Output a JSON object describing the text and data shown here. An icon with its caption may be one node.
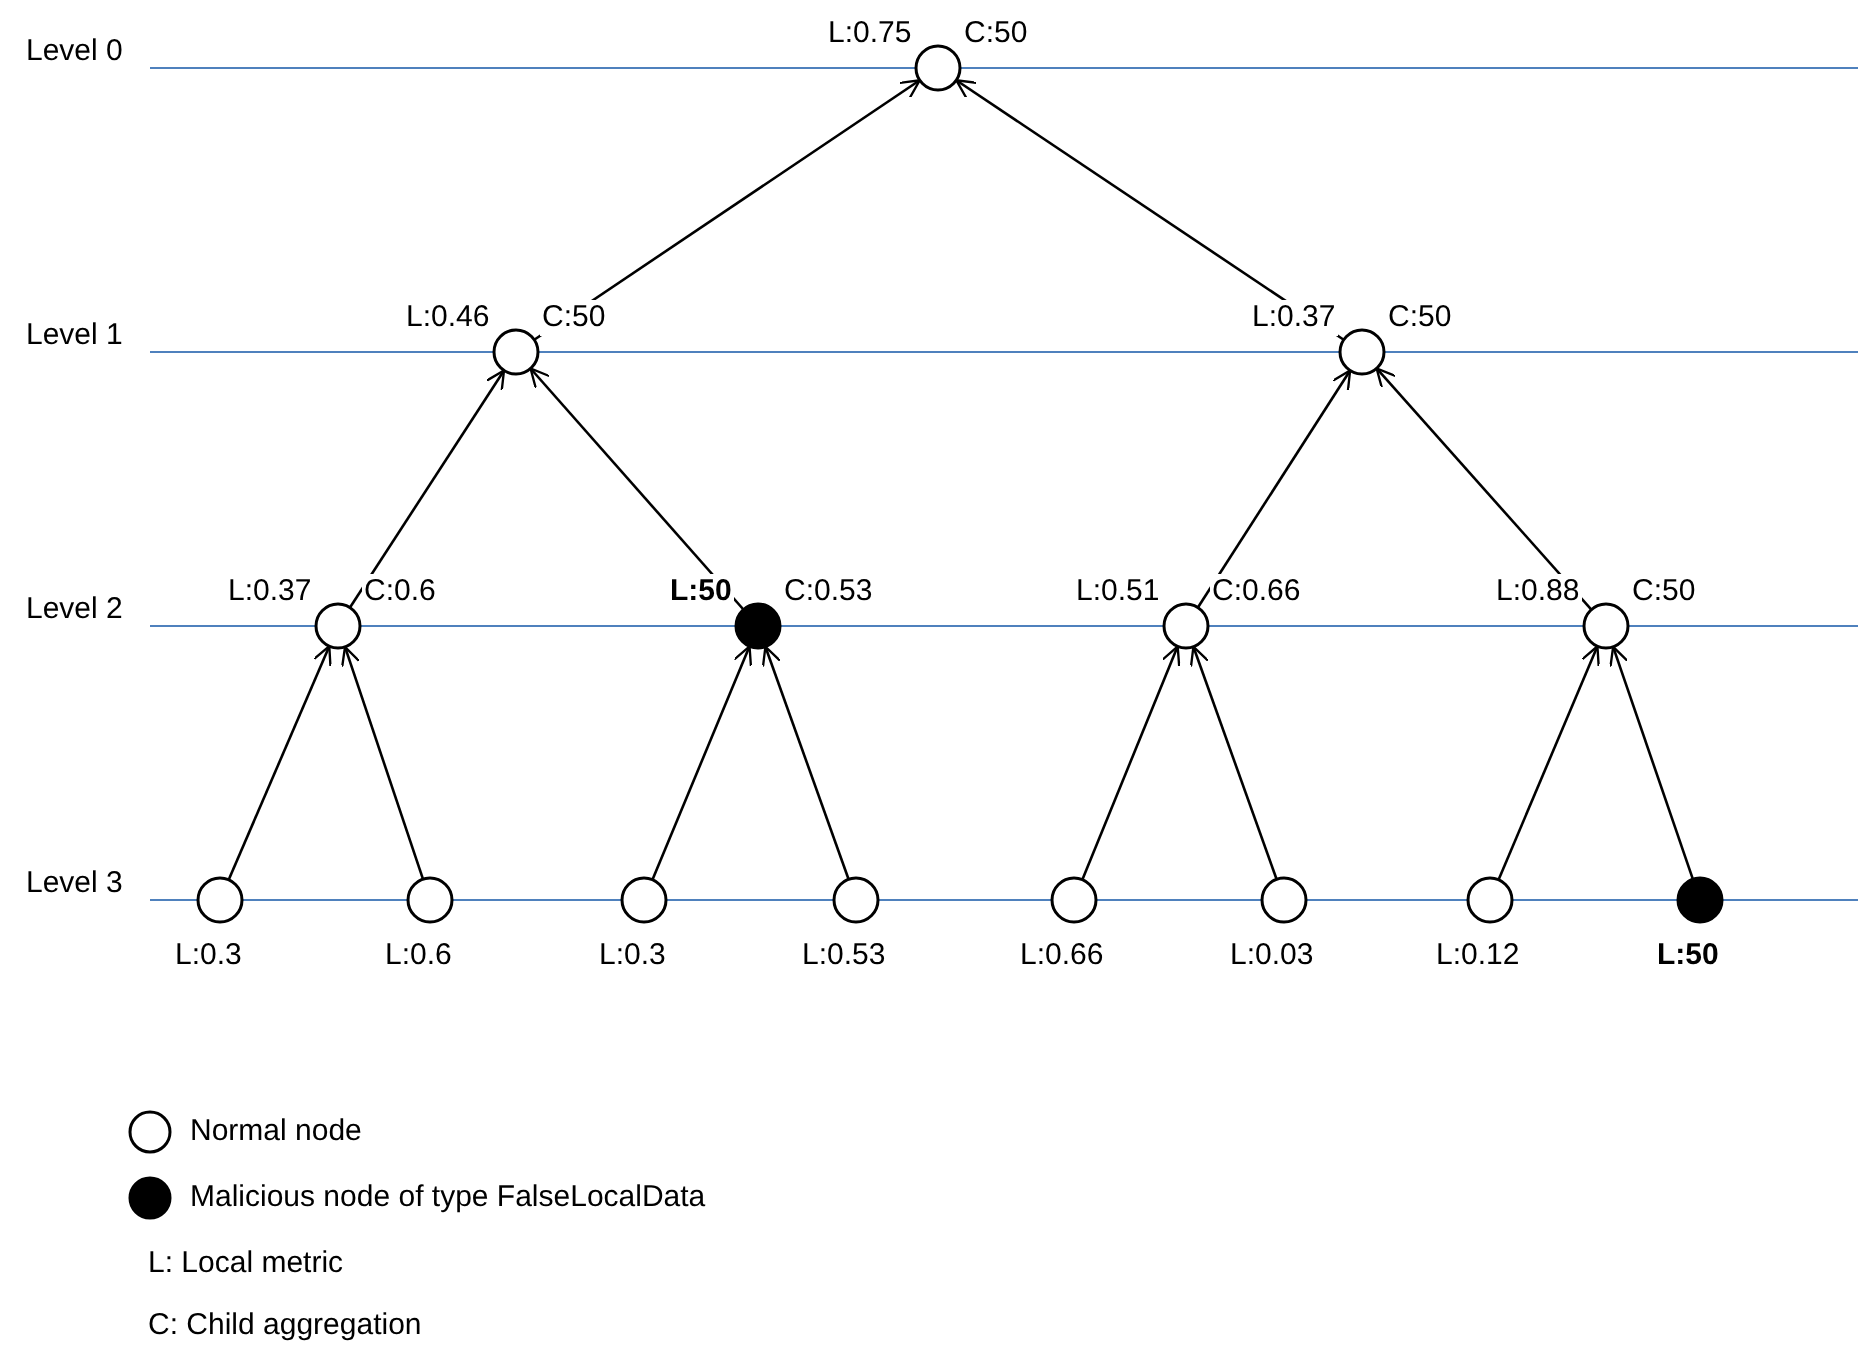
{
  "diagram": {
    "nodes": [
      {
        "text": [],
        "shape": "circle",
        "beside": [
          "L:0.75",
          "C:50"
        ]
      },
      {
        "text": [],
        "shape": "circle",
        "beside": [
          "L:0.46",
          "C:50"
        ]
      },
      {
        "text": [],
        "shape": "circle",
        "beside": [
          "L:0.37",
          "C:50"
        ]
      },
      {
        "text": [],
        "shape": "circle",
        "beside": [
          "L:0.37",
          "C:0.6"
        ]
      },
      {
        "text": [],
        "shape": "circle",
        "beside": [
          "L:50",
          "C:0.53"
        ]
      },
      {
        "text": [],
        "shape": "circle",
        "beside": [
          "L:0.51",
          "C:0.66"
        ]
      },
      {
        "text": [],
        "shape": "circle",
        "beside": [
          "L:0.88",
          "C:50"
        ]
      },
      {
        "text": [],
        "shape": "circle",
        "beside": [
          "L:0.3"
        ]
      },
      {
        "text": [],
        "shape": "circle",
        "beside": [
          "L:0.6"
        ]
      },
      {
        "text": [],
        "shape": "circle",
        "beside": [
          "L:0.3"
        ]
      },
      {
        "text": [],
        "shape": "circle",
        "beside": [
          "L:0.53"
        ]
      },
      {
        "text": [],
        "shape": "circle",
        "beside": [
          "L:0.66"
        ]
      },
      {
        "text": [],
        "shape": "circle",
        "beside": [
          "L:0.03"
        ]
      },
      {
        "text": [],
        "shape": "circle",
        "beside": [
          "L:0.12"
        ]
      },
      {
        "text": [],
        "shape": "circle",
        "beside": [
          "L:50"
        ]
      }
    ],
    "edges": [
      {
        "from": 1,
        "to": 0,
        "arrow": "to"
      },
      {
        "from": 2,
        "to": 0,
        "arrow": "to"
      },
      {
        "from": 3,
        "to": 1,
        "arrow": "to"
      },
      {
        "from": 4,
        "to": 1,
        "arrow": "to"
      },
      {
        "from": 5,
        "to": 2,
        "arrow": "to"
      },
      {
        "from": 6,
        "to": 2,
        "arrow": "to"
      },
      {
        "from": 7,
        "to": 3,
        "arrow": "to"
      },
      {
        "from": 8,
        "to": 3,
        "arrow": "to"
      },
      {
        "from": 9,
        "to": 4,
        "arrow": "to"
      },
      {
        "from": 10,
        "to": 4,
        "arrow": "to"
      },
      {
        "from": 11,
        "to": 5,
        "arrow": "to"
      },
      {
        "from": 12,
        "to": 5,
        "arrow": "to"
      },
      {
        "from": 13,
        "to": 6,
        "arrow": "to"
      },
      {
        "from": 14,
        "to": 6,
        "arrow": "to"
      }
    ],
    "labels": [
      "Level 0",
      "Level 1",
      "Level 2",
      "Level 3"
    ],
    "legend": [
      {
        "text": "Normal node"
      },
      {
        "text": "Malicious node of type FalseLocalData"
      },
      {
        "text": "L: Local metric"
      },
      {
        "text": "C: Child aggregation"
      }
    ]
  }
}
